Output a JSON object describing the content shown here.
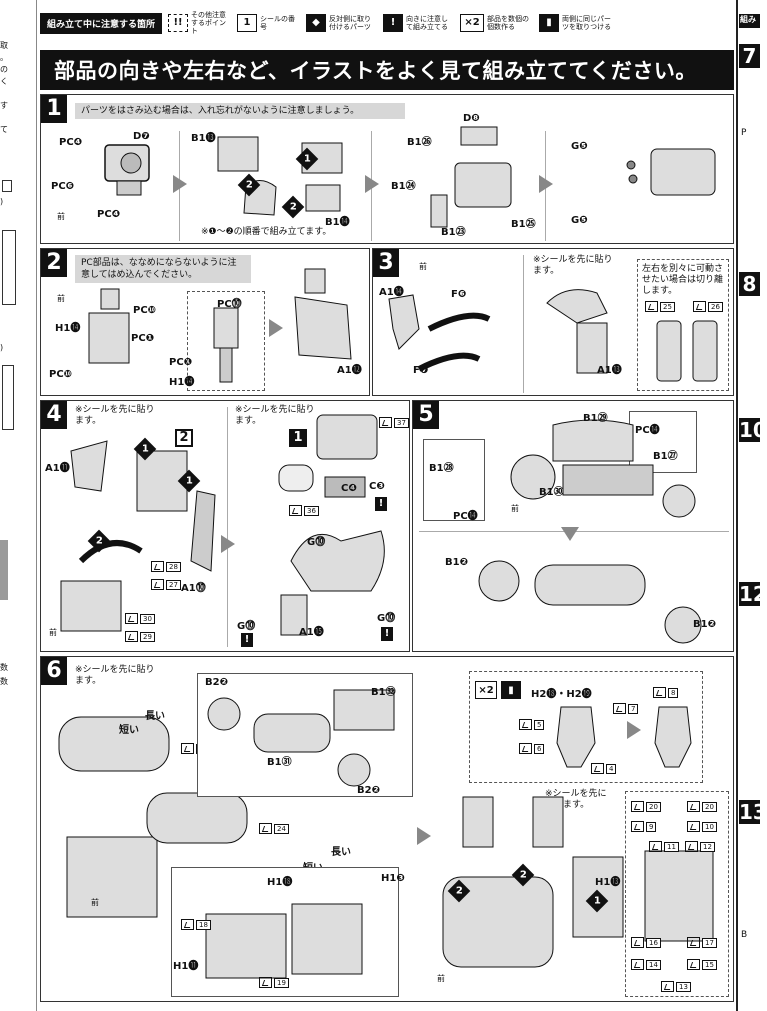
{
  "legend": {
    "title": "組み立て中に注意する箇所",
    "items": [
      {
        "icon": "!!",
        "text": "その他注意するポイント"
      },
      {
        "icon": "1",
        "text": "シールの番号"
      },
      {
        "icon": "◆",
        "text": "反対側に取り付けるパーツ"
      },
      {
        "icon": "!",
        "text": "向きに注意して組み立てる"
      },
      {
        "icon": "×2",
        "text": "部品を数個の個数作る"
      },
      {
        "icon": "▮",
        "text": "両側に同じパーツを取りつける"
      }
    ]
  },
  "banner": "部品の向きや左右など、イラストをよく見て組み立ててください。",
  "steps": {
    "s1": {
      "num": "1",
      "note": "パーツをはさみ込む場合は、入れ忘れがないように注意しましょう。",
      "labels": [
        "PC❹",
        "D❼",
        "PC❻",
        "PC❹",
        "B1⓭",
        "B1⓮",
        "D❽",
        "B1㉖",
        "B1㉔",
        "B1㉓",
        "B1㉕",
        "G❺",
        "G❺"
      ],
      "order": "※❶～❷の順番で組み立てます。",
      "front": "前"
    },
    "s2": {
      "num": "2",
      "note": "PC部品は、ななめにならないように注意してはめ込んでください。",
      "labels": [
        "PC❿",
        "H1⓮",
        "PC❿",
        "PC❶",
        "PC⓾",
        "PC❶",
        "H1⓮",
        "A1⓬"
      ],
      "front": "前"
    },
    "s3": {
      "num": "3",
      "note": "※シールを先に貼ります。",
      "labels": [
        "A1⓮",
        "F❻",
        "F❼",
        "A1⓭"
      ],
      "side_note": "左右を別々に可動させたい場合は切り離します。",
      "stickers": [
        "25",
        "26"
      ],
      "front": "前"
    },
    "s4": {
      "num": "4",
      "note1": "※シールを先に貼ります。",
      "note2": "※シールを先に貼ります。",
      "labels": [
        "A1⓫",
        "A1⓾",
        "C❹",
        "C❸",
        "G⓾",
        "G⓾",
        "G⓾",
        "A1⓯"
      ],
      "stickers": [
        "28",
        "27",
        "30",
        "29",
        "36",
        "37"
      ],
      "front": "前"
    },
    "s5": {
      "num": "5",
      "labels": [
        "B1㉙",
        "PC⓮",
        "B1㉗",
        "B1㉘",
        "PC⓮",
        "B1㉚",
        "B1❷",
        "B1❷"
      ],
      "front": "前"
    },
    "s6": {
      "num": "6",
      "note": "※シールを先に貼ります。",
      "note2": "※シールを先に貼ります。",
      "labels": [
        "B2❷",
        "B1㉜",
        "B1㉛",
        "B2❷",
        "H1⓲",
        "H1❸",
        "H1⓫",
        "H2⓲・H2⓳",
        "H1⓭"
      ],
      "long": "長い",
      "short": "短い",
      "long2": "長い",
      "short2": "短い",
      "stickers": [
        "24",
        "24",
        "18",
        "19",
        "7",
        "8",
        "5",
        "6",
        "4",
        "20",
        "20",
        "9",
        "10",
        "11",
        "12",
        "16",
        "17",
        "14",
        "15",
        "13"
      ],
      "x2": "×2",
      "front": "前"
    }
  },
  "left_strip": [
    "取",
    "。",
    "の",
    "く",
    "す",
    "て",
    ")",
    ")",
    "数",
    "数"
  ],
  "right_strip": {
    "tab": "組み",
    "nums": [
      "7",
      "8",
      "10",
      "12",
      "13"
    ],
    "texts": [
      "P",
      "B"
    ]
  }
}
